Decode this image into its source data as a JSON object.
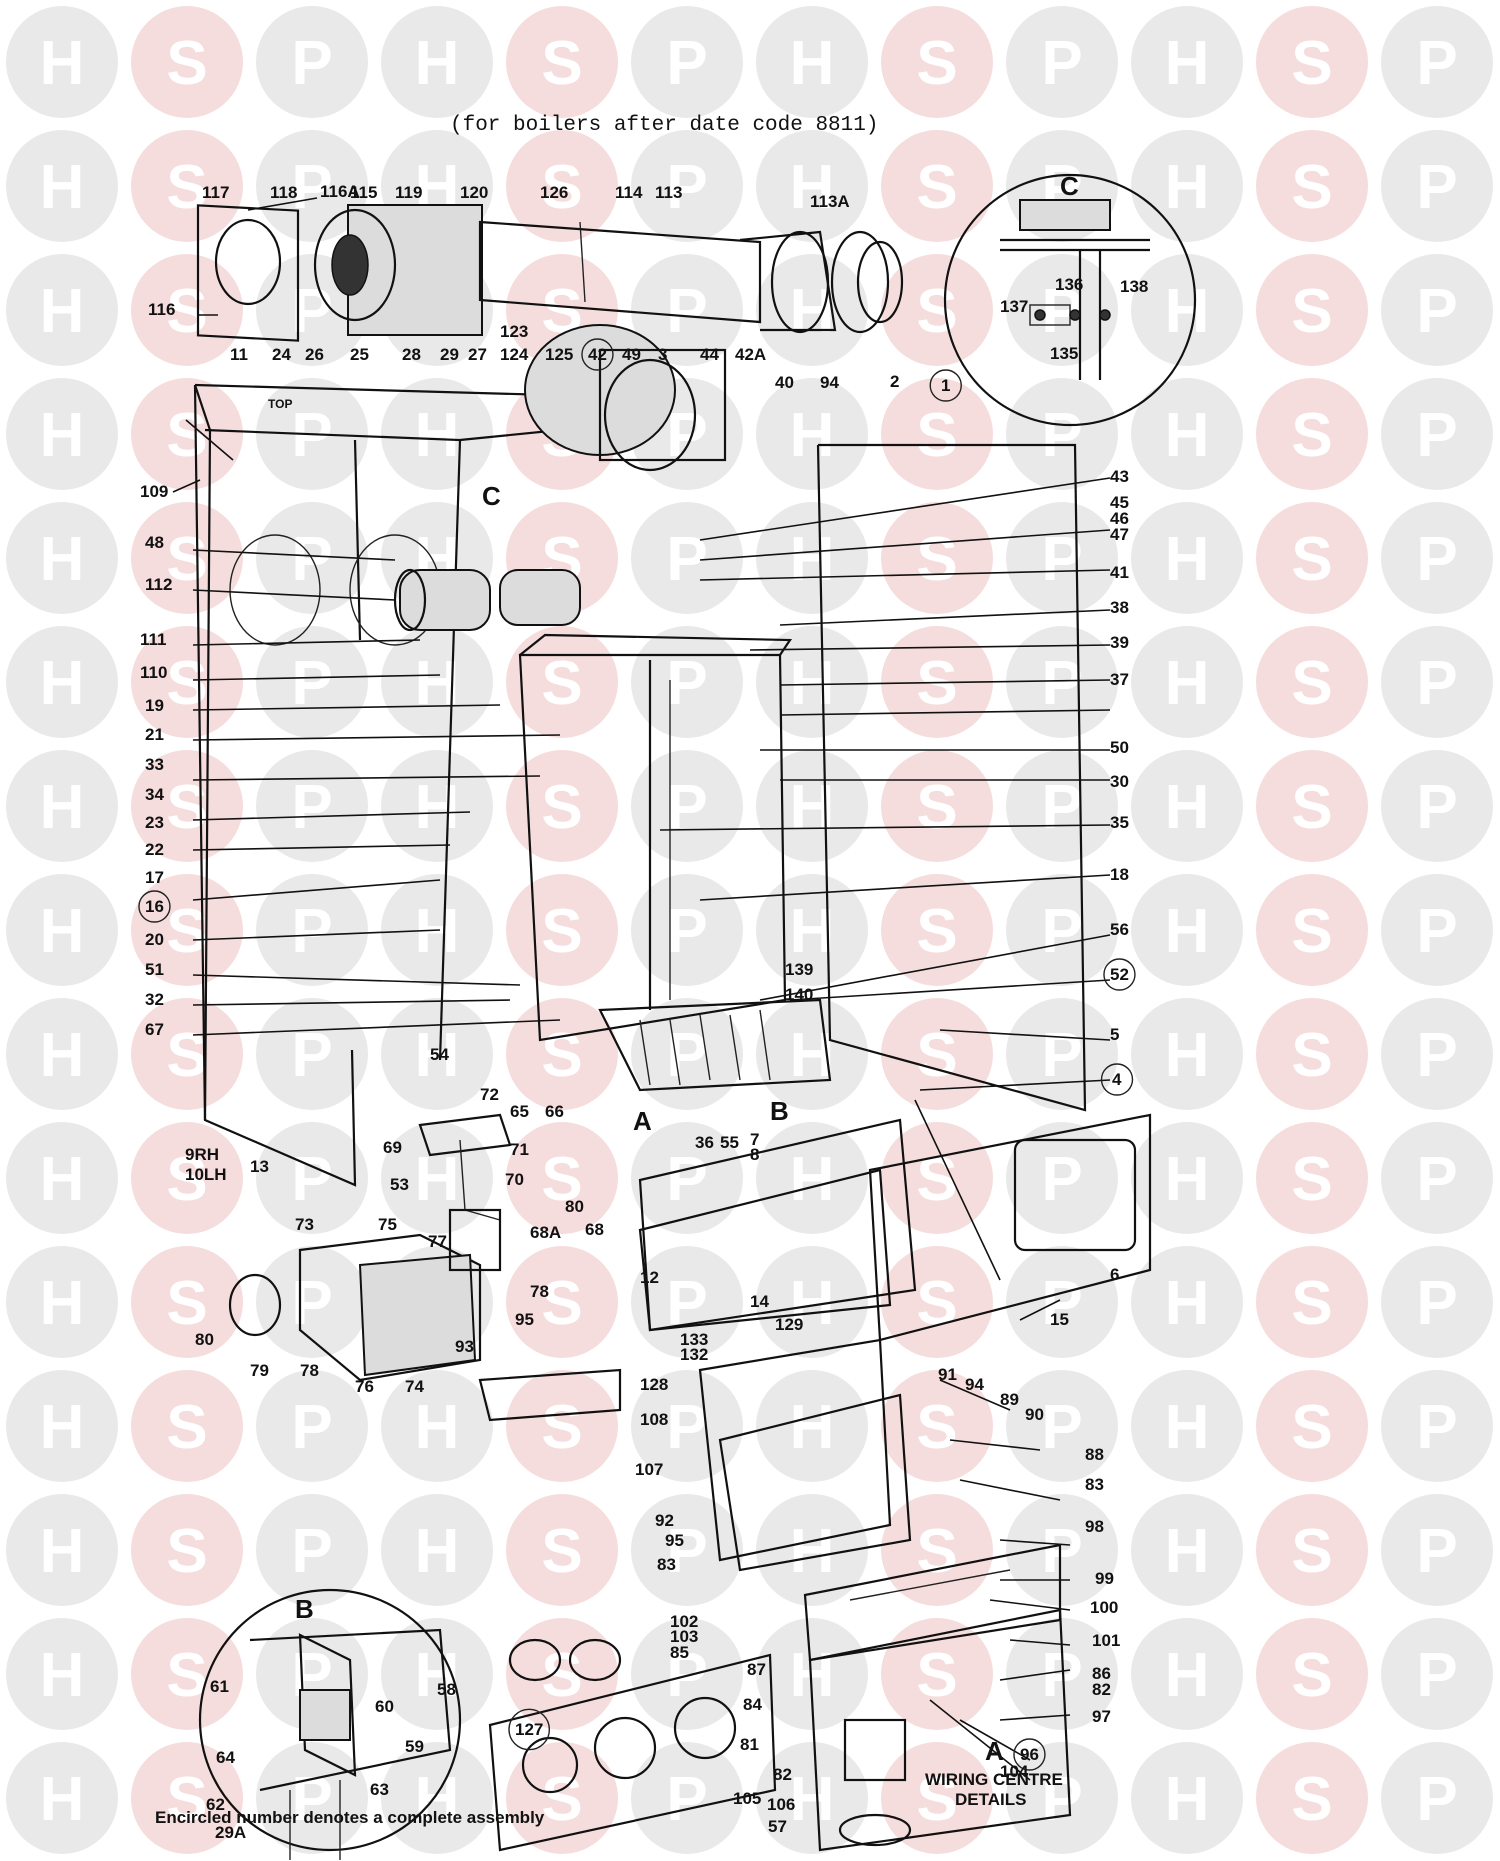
{
  "header_note": "(for boilers after date code 8811)",
  "footer_note": "Encircled number denotes a complete assembly",
  "watermark": {
    "letters": [
      "H",
      "S",
      "P"
    ],
    "colors": {
      "circle": "#e9e9e9",
      "circle_s": "#f6dddd"
    }
  },
  "detail_letters": {
    "c_top": "C",
    "b_detail": "B",
    "a_wiring": "A",
    "arrow_a": "A",
    "arrow_b": "B",
    "arrow_c": "C"
  },
  "wiring_caption": {
    "line1": "WIRING CENTRE",
    "line2": "DETAILS"
  },
  "top_panel_label": "TOP",
  "labels": [
    "116A",
    "117",
    "118",
    "115",
    "119",
    "120",
    "126",
    "114",
    "113",
    "113A",
    "116",
    "137",
    "136",
    "138",
    "135",
    "11",
    "24",
    "26",
    "25",
    "28",
    "29",
    "27",
    "123",
    "124",
    "125",
    "42",
    "49",
    "3",
    "44",
    "42A",
    "40",
    "94",
    "2",
    "1",
    "109",
    "43",
    "45",
    "46",
    "47",
    "48",
    "112",
    "41",
    "38",
    "39",
    "111",
    "110",
    "37",
    "19",
    "21",
    "33",
    "34",
    "50",
    "30",
    "23",
    "35",
    "22",
    "17",
    "18",
    "16",
    "20",
    "56",
    "139",
    "51",
    "140",
    "52",
    "32",
    "67",
    "5",
    "4",
    "54",
    "65",
    "66",
    "36",
    "55",
    "7",
    "8",
    "6",
    "9RH",
    "10LH",
    "72",
    "69",
    "71",
    "70",
    "53",
    "13",
    "77",
    "80",
    "68",
    "68A",
    "12",
    "14",
    "129",
    "15",
    "75",
    "73",
    "78",
    "95",
    "80",
    "79",
    "78",
    "76",
    "74",
    "93",
    "133",
    "132",
    "128",
    "91",
    "94",
    "89",
    "90",
    "108",
    "107",
    "88",
    "83",
    "92",
    "98",
    "95",
    "99",
    "83",
    "100",
    "101",
    "102",
    "103",
    "85",
    "86",
    "82",
    "87",
    "84",
    "81",
    "97",
    "96",
    "104",
    "82",
    "105",
    "106",
    "57",
    "61",
    "58",
    "60",
    "59",
    "64",
    "62",
    "63",
    "29A",
    "127"
  ]
}
